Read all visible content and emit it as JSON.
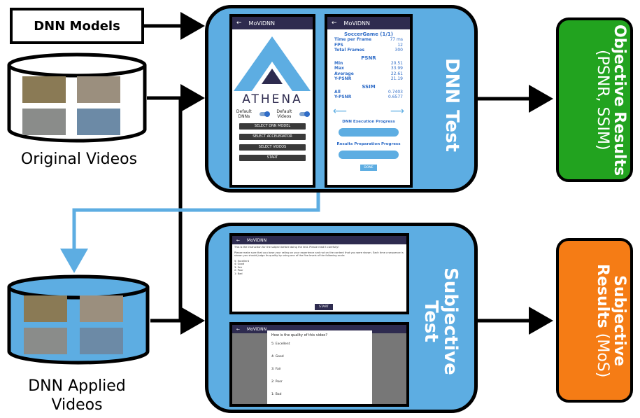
{
  "inputs": {
    "dnn_models": "DNN Models",
    "original_videos": "Original Videos",
    "dnn_applied_videos_line1": "DNN Applied",
    "dnn_applied_videos_line2": "Videos"
  },
  "panels": {
    "dnn_test": "DNN Test",
    "subjective_test_line1": "Subjective",
    "subjective_test_line2": "Test"
  },
  "results": {
    "objective_line1": "Objective",
    "objective_line2": "Results",
    "objective_sub": "(PSNR, SSIM)",
    "subjective_line1": "Subjective",
    "subjective_line2": "Results",
    "subjective_sub": "(MoS)"
  },
  "colors": {
    "panel_blue": "#5dade2",
    "objective_green": "#22a31f",
    "subjective_orange": "#f57c15",
    "app_bar": "#2e2b4f"
  },
  "phone1": {
    "app_title": "MoViDNN",
    "logo_text": "ATHENA",
    "toggle_left": "Default DNNs",
    "toggle_right": "Default Videos",
    "buttons": [
      "SELECT DNN MODEL",
      "SELECT ACCELERATOR",
      "SELECT VIDEOS",
      "START"
    ]
  },
  "phone2": {
    "app_title": "MoViDNN",
    "game_title": "SoccerGame (1/1)",
    "rows_top": [
      [
        "Time per Frame",
        "77 ms"
      ],
      [
        "FPS",
        "12"
      ],
      [
        "Total Frames",
        "300"
      ]
    ],
    "psnr_header": "PSNR",
    "rows_psnr": [
      [
        "Min",
        "20.51"
      ],
      [
        "Max",
        "33.99"
      ],
      [
        "Average",
        "22.61"
      ],
      [
        "Y-PSNR",
        "21.19"
      ]
    ],
    "ssim_header": "SSIM",
    "rows_ssim": [
      [
        "All",
        "0.7403"
      ],
      [
        "Y-PSNR",
        "0.6577"
      ]
    ],
    "progress1": "DNN Execution Progress",
    "progress2": "Results Preparation Progress",
    "done": "DONE"
  },
  "phone3": {
    "app_title": "MoViDNN",
    "instruction": "This is the instruction for the subject before doing the test. Please read it carefully!",
    "instruction2": "Please make sure that you base your rating on your experience and not on the content that you were shown. Each time a sequence is shown you should judge its quality by using one of the five levels of the following scale:",
    "scale": [
      "5: Excellent",
      "4: Good",
      "3: Fair",
      "2: Poor",
      "1: Bad"
    ],
    "start": "START"
  },
  "phone4": {
    "app_title": "MoViDNN",
    "question": "How is the quality of this video?",
    "options": [
      "5: Excellent",
      "4: Good",
      "3: Fair",
      "2: Poor",
      "1: Bad"
    ]
  }
}
